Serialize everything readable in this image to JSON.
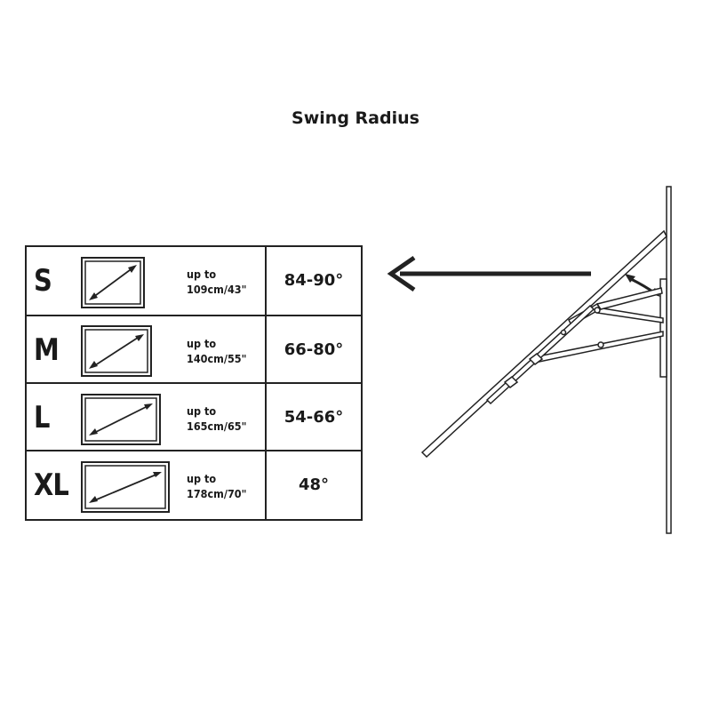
{
  "title": "Swing Radius",
  "rows": [
    {
      "size": "S",
      "diagonal_line1": "up to",
      "diagonal_line2": "109cm/43\"",
      "angle": "84-90°"
    },
    {
      "size": "M",
      "diagonal_line1": "up to",
      "diagonal_line2": "140cm/55\"",
      "angle": "66-80°"
    },
    {
      "size": "L",
      "diagonal_line1": "up to",
      "diagonal_line2": "165cm/65\"",
      "angle": "54-66°"
    },
    {
      "size": "XL",
      "diagonal_line1": "up to",
      "diagonal_line2": "178cm/70\"",
      "angle": "48°"
    }
  ],
  "colors": {
    "ink": "#1a1a1a",
    "background": "#ffffff"
  },
  "icons": [
    "tv-diagonal-icon",
    "left-arrow-icon",
    "swing-arc-icon",
    "wall-mount-icon"
  ]
}
